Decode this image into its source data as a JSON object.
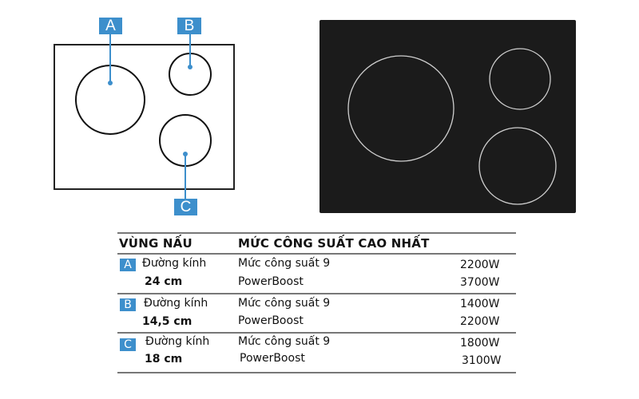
{
  "diagram": {
    "zones": [
      {
        "label": "A"
      },
      {
        "label": "B"
      },
      {
        "label": "C"
      }
    ],
    "accent_color": "#3d8fcc",
    "cooktop_color": "#1b1b1b"
  },
  "table": {
    "headers": [
      "VÙNG NẤU",
      "MỨC CÔNG SUẤT CAO NHẤT"
    ],
    "rows": [
      {
        "zone": "A",
        "size_label": "Đường kính",
        "size": "24 cm",
        "level1": "Mức công suất 9",
        "power1": "2200W",
        "level2": "PowerBoost",
        "power2": "3700W"
      },
      {
        "zone": "B",
        "size_label": "Đường kính",
        "size": "14,5 cm",
        "level1": "Mức công suất 9",
        "power1": "1400W",
        "level2": "PowerBoost",
        "power2": "2200W"
      },
      {
        "zone": "C",
        "size_label": "Đường kính",
        "size": "18 cm",
        "level1": "Mức công suất 9",
        "power1": "1800W",
        "level2": "PowerBoost",
        "power2": "3100W"
      }
    ]
  }
}
